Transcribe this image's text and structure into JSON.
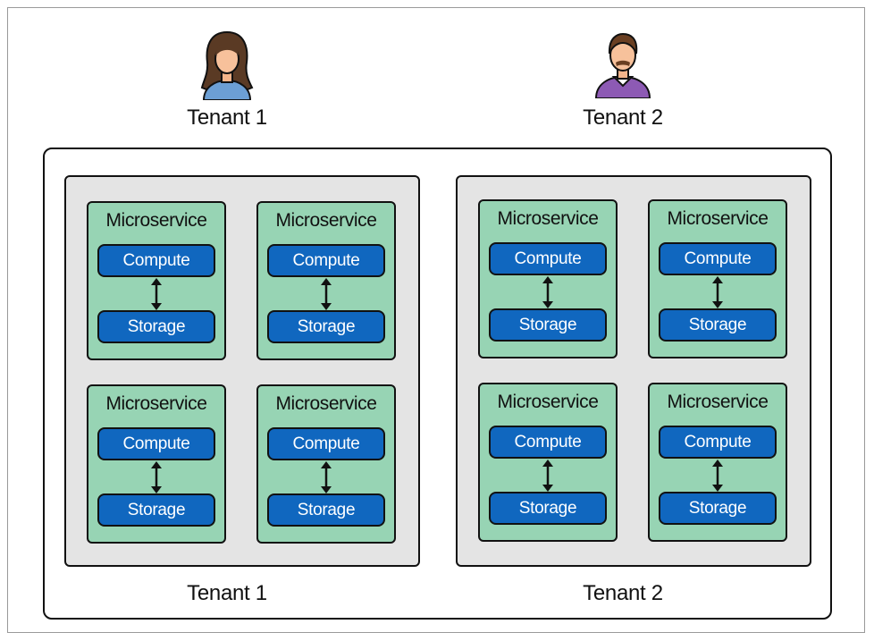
{
  "tenants": [
    {
      "label": "Tenant 1",
      "avatar": "female-user-icon"
    },
    {
      "label": "Tenant 2",
      "avatar": "male-user-icon"
    }
  ],
  "groups": [
    {
      "label": "Tenant 1",
      "microservices": [
        {
          "title": "Microservice",
          "compute": "Compute",
          "storage": "Storage"
        },
        {
          "title": "Microservice",
          "compute": "Compute",
          "storage": "Storage"
        },
        {
          "title": "Microservice",
          "compute": "Compute",
          "storage": "Storage"
        },
        {
          "title": "Microservice",
          "compute": "Compute",
          "storage": "Storage"
        }
      ]
    },
    {
      "label": "Tenant 2",
      "microservices": [
        {
          "title": "Microservice",
          "compute": "Compute",
          "storage": "Storage"
        },
        {
          "title": "Microservice",
          "compute": "Compute",
          "storage": "Storage"
        },
        {
          "title": "Microservice",
          "compute": "Compute",
          "storage": "Storage"
        },
        {
          "title": "Microservice",
          "compute": "Compute",
          "storage": "Storage"
        }
      ]
    }
  ],
  "colors": {
    "microservice_fill": "#97d4b4",
    "component_fill": "#1067bf",
    "group_fill": "#e4e4e4",
    "outline": "#111111"
  }
}
